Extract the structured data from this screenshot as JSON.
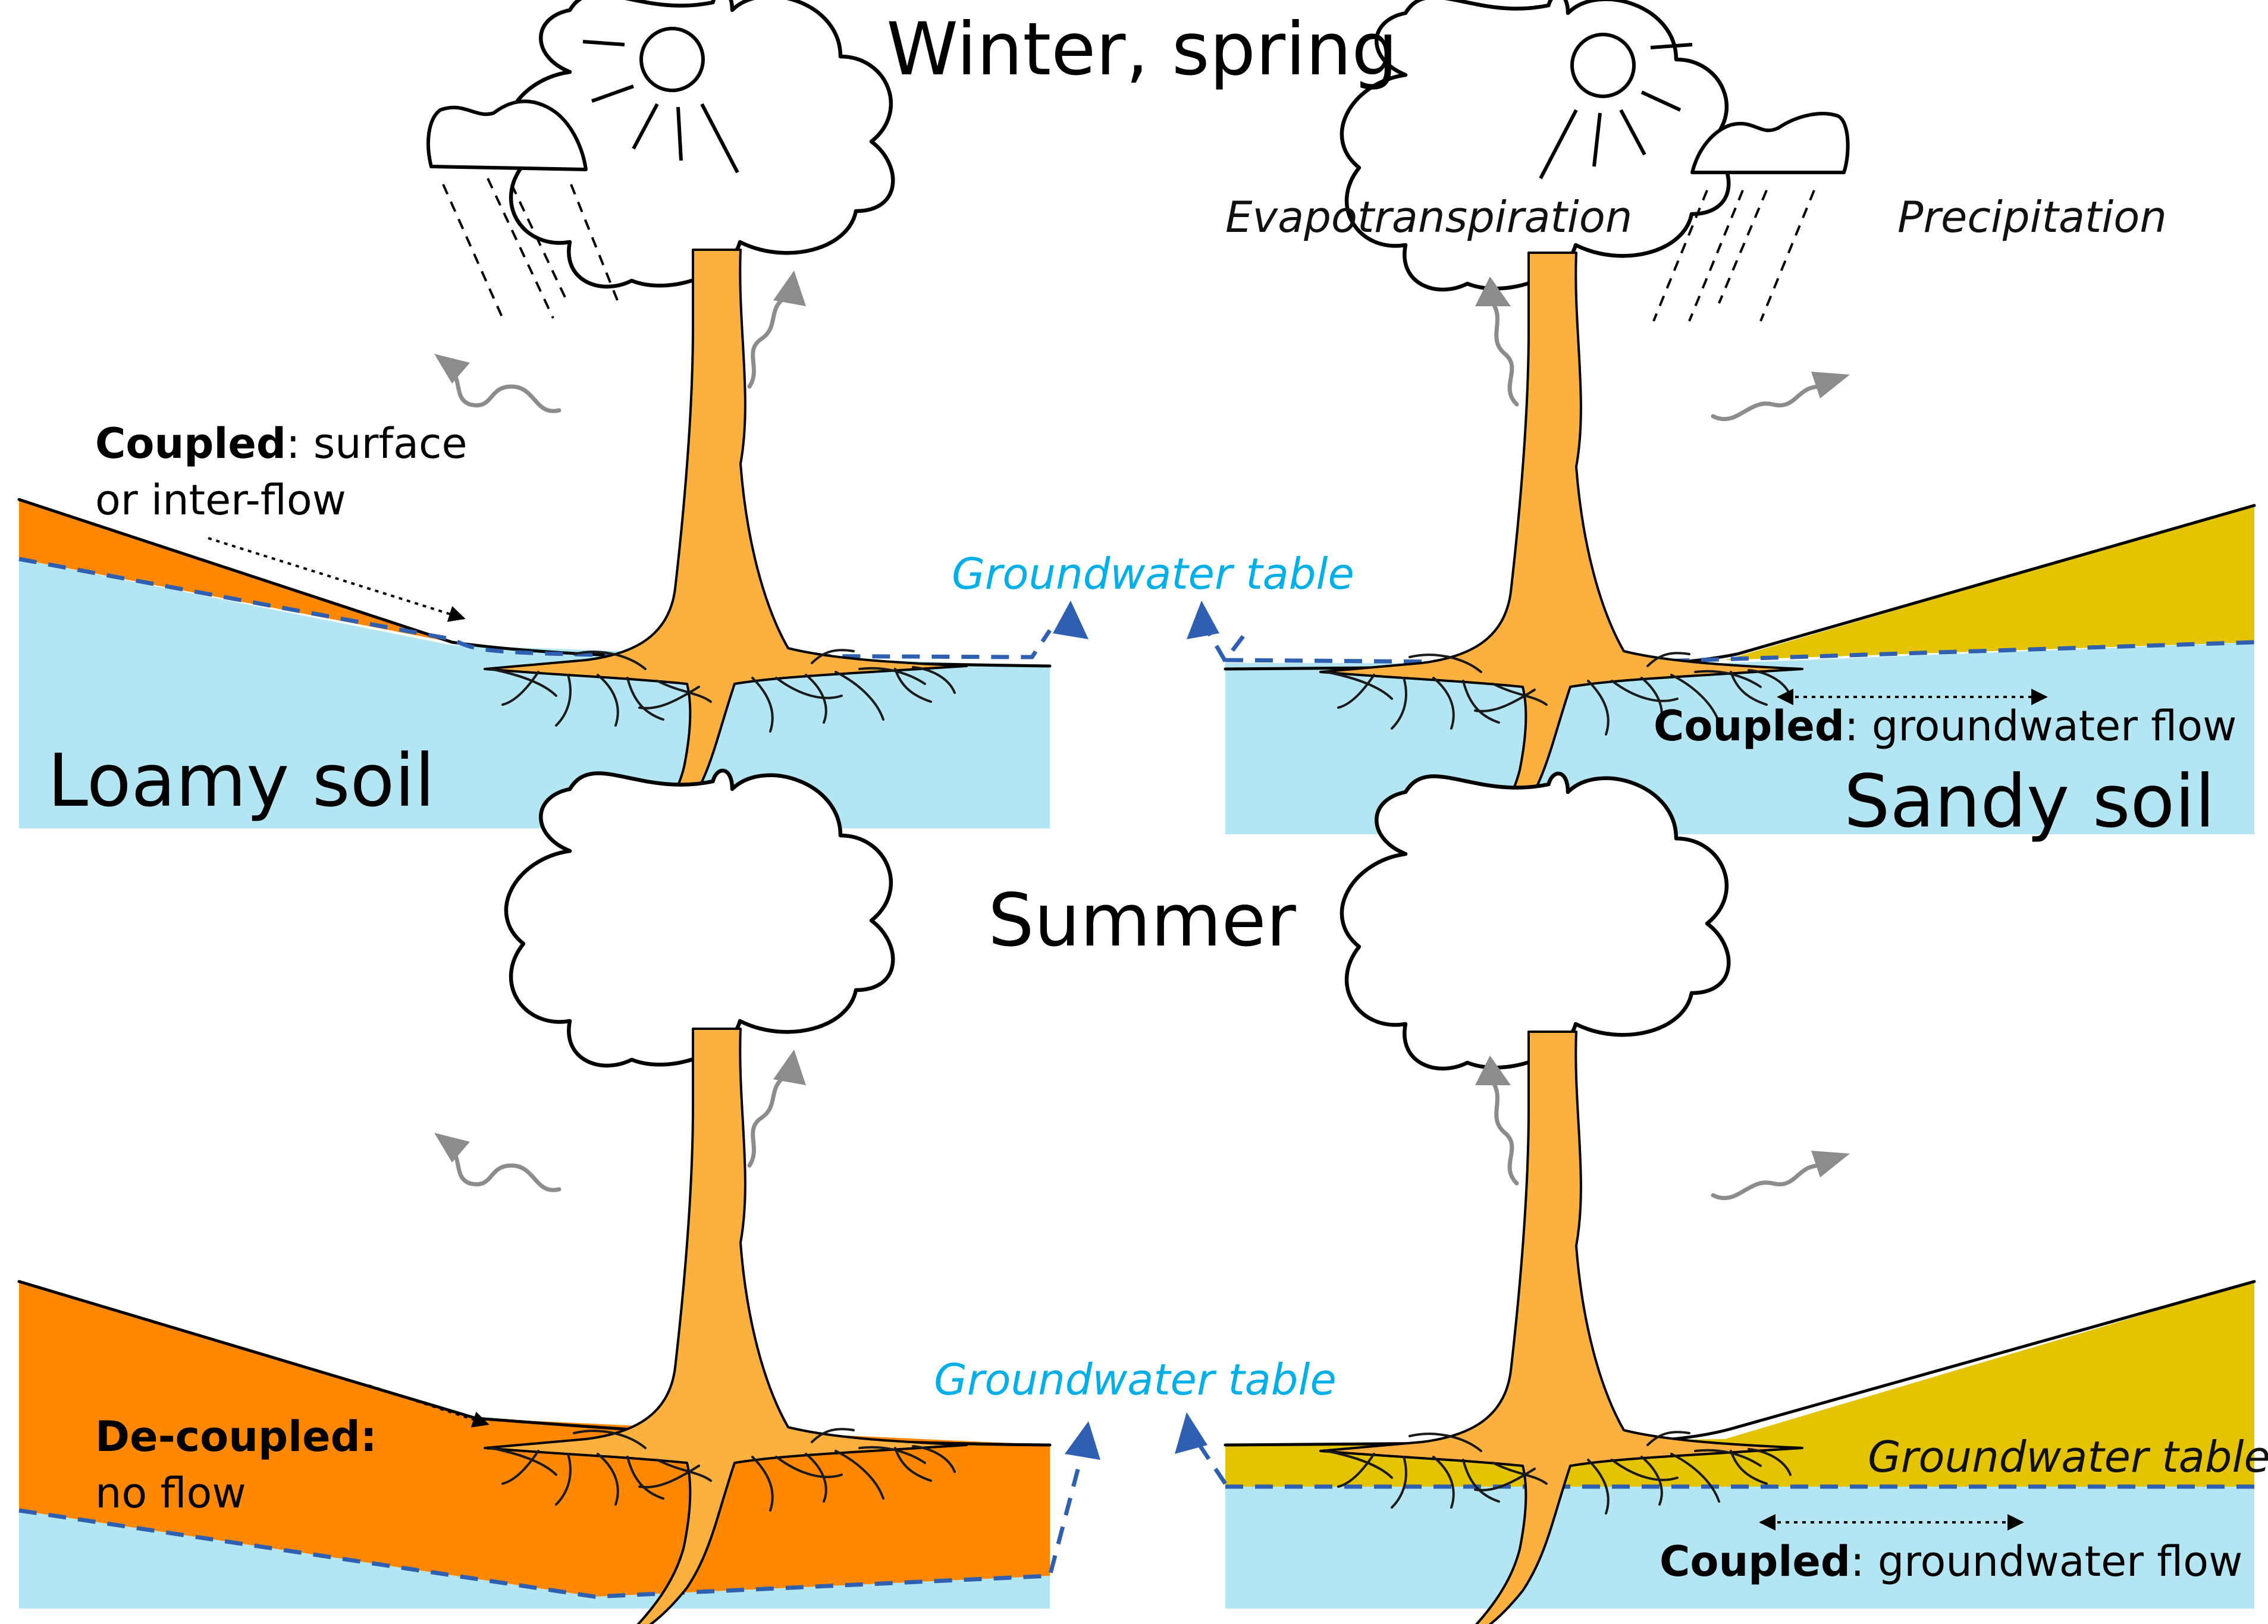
{
  "titles": {
    "top": "Winter, spring",
    "bottom": "Summer"
  },
  "soils": {
    "loamy": "Loamy soil",
    "sandy": "Sandy soil"
  },
  "processes": {
    "evapotranspiration": "Evapotranspiration",
    "precipitation": "Precipitation"
  },
  "groundwater": {
    "label": "Groundwater table"
  },
  "annotations": {
    "coupled_word": "Coupled",
    "surface_flow_rest": ": surface",
    "surface_flow_line2": "or inter-flow",
    "groundwater_flow_rest": ": groundwater flow",
    "decoupled_line1": "De-coupled:",
    "decoupled_line2": "no flow"
  },
  "colors": {
    "groundwater": "#b3e6f2",
    "loamy_unsaturated": "#ff8800",
    "sandy_unsaturated": "#e4c300",
    "trunk": "#fbb040",
    "groundwater_line": "#2e5fb0",
    "groundwater_text": "#00aee8",
    "evapotranspiration_arrow": "#8c8c8c"
  }
}
